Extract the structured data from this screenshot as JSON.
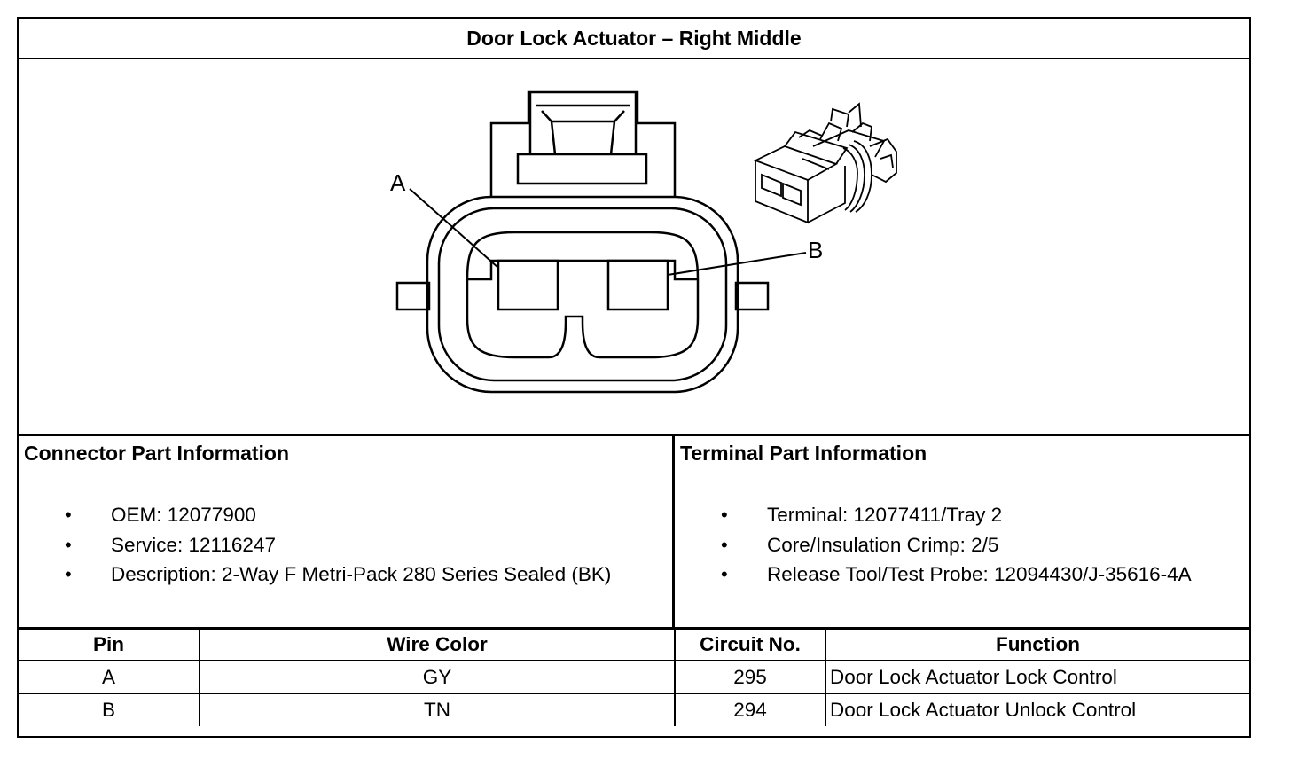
{
  "title": "Door Lock Actuator – Right Middle",
  "drawing": {
    "label_a": "A",
    "label_b": "B"
  },
  "connector_info": {
    "heading": "Connector Part Information",
    "items": [
      "OEM: 12077900",
      "Service: 12116247",
      "Description: 2-Way F Metri-Pack 280 Series Sealed (BK)"
    ]
  },
  "terminal_info": {
    "heading": "Terminal Part Information",
    "items": [
      "Terminal: 12077411/Tray 2",
      "Core/Insulation Crimp: 2/5",
      "Release Tool/Test Probe: 12094430/J-35616-4A"
    ]
  },
  "bullet": "•",
  "table": {
    "headers": [
      "Pin",
      "Wire Color",
      "Circuit No.",
      "Function"
    ],
    "rows": [
      [
        "A",
        "GY",
        "295",
        "Door Lock Actuator Lock Control"
      ],
      [
        "B",
        "TN",
        "294",
        "Door Lock Actuator Unlock Control"
      ]
    ]
  }
}
